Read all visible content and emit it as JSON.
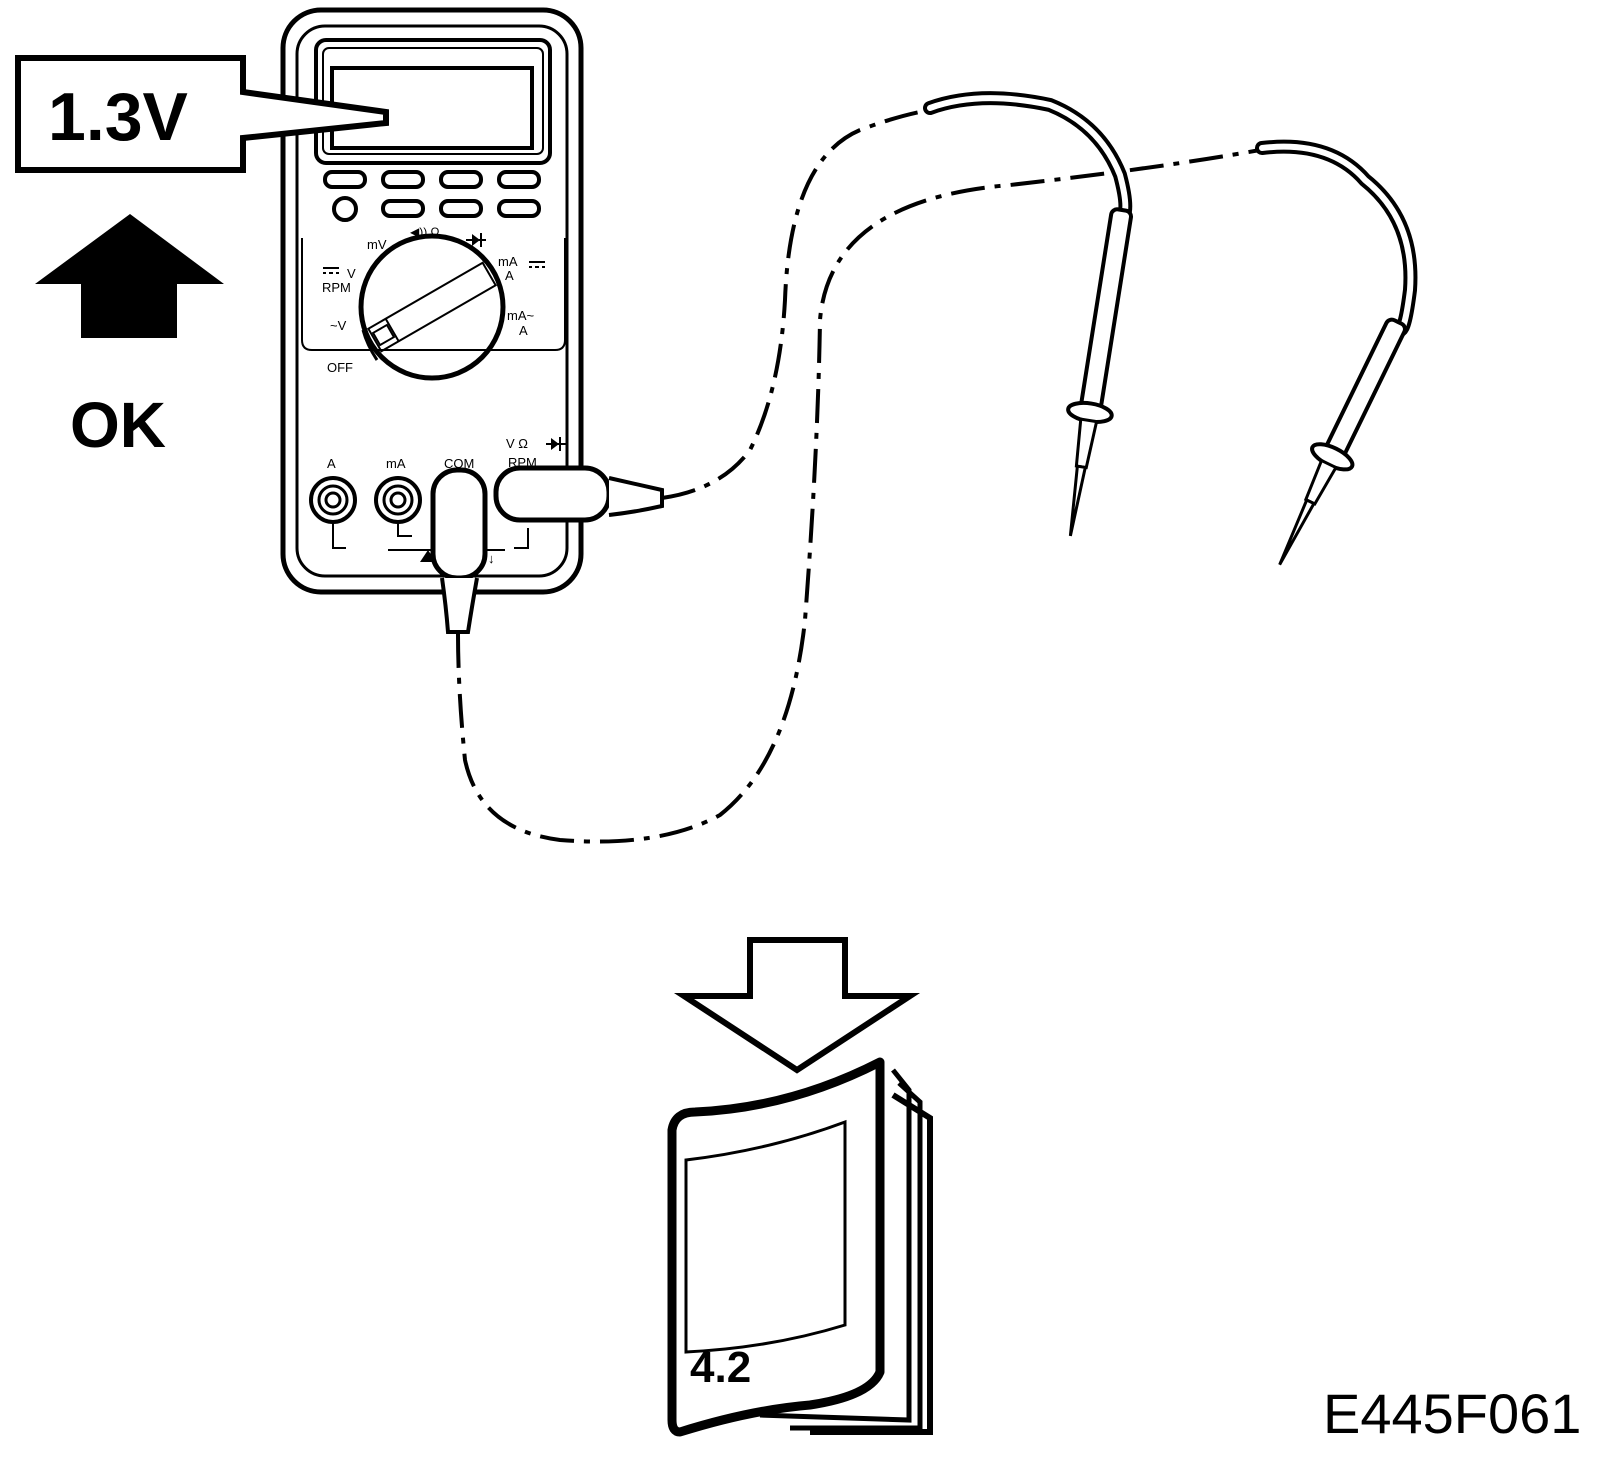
{
  "reading_callout": {
    "value": "1.3V"
  },
  "status_label": {
    "text": "OK"
  },
  "dial_labels": {
    "mv": "mV",
    "sound_ohm": "◀)) Ω",
    "dc_v": "V",
    "rpm_left": "RPM",
    "ac_v": "~V",
    "off": "OFF",
    "ma_dc": "mA",
    "a_dc": "A",
    "ma_ac": "mA~",
    "a_ac": "A"
  },
  "jack_labels": {
    "a": "A",
    "ma": "mA",
    "com": "COM",
    "v_ohm": "V Ω",
    "rpm": "RPM"
  },
  "manual": {
    "section": "4.2"
  },
  "figure_code": "E445F061",
  "colors": {
    "ink": "#000000",
    "paper": "#ffffff"
  }
}
